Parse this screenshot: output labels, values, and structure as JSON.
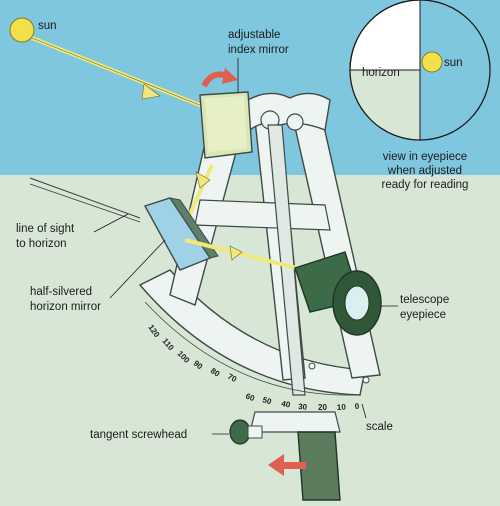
{
  "colors": {
    "sky": "#7fc6df",
    "ground": "#d7e6d5",
    "frame": "#eef4f1",
    "frame_stroke": "#3e4b45",
    "light_ray": "#f0e97a",
    "arrow_red": "#e0604f",
    "telescope_green": "#3d6b47",
    "handle_green": "#5c7a5c",
    "sun": "#f3e04a"
  },
  "labels": {
    "sun_top": "sun",
    "index_mirror_line1": "adjustable",
    "index_mirror_line2": "index mirror",
    "line_of_sight_line1": "line of sight",
    "line_of_sight_line2": "to horizon",
    "half_silvered_line1": "half-silvered",
    "half_silvered_line2": "horizon mirror",
    "telescope_line1": "telescope",
    "telescope_line2": "eyepiece",
    "scale": "scale",
    "tangent": "tangent screwhead",
    "eyepiece_horizon": "horizon",
    "eyepiece_sun": "sun",
    "view_line1": "view in eyepiece",
    "view_line2": "when adjusted",
    "view_line3": "ready for reading"
  },
  "scale_numbers": [
    "120",
    "110",
    "100",
    "90",
    "80",
    "70",
    "60",
    "50",
    "40",
    "30",
    "20",
    "10",
    "0"
  ]
}
